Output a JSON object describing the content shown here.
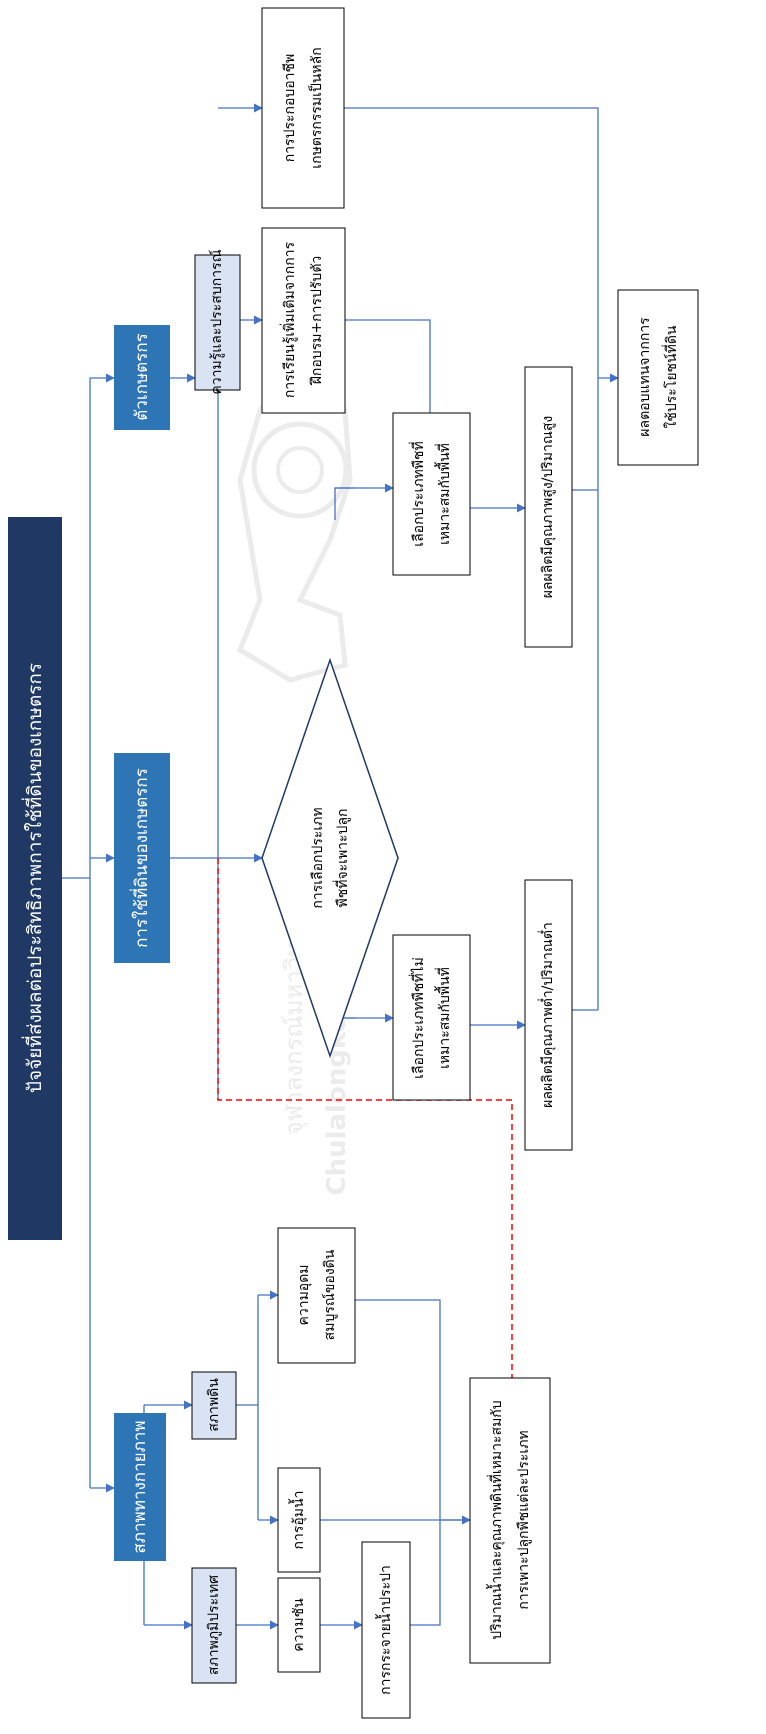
{
  "title": "ปัจจัยที่ส่งผลต่อประสิทธิภาพการใช้ที่ดินของเกษตรกร",
  "watermark": {
    "thai_line": "จุฬาลงกรณ์มหาวิทยาลัย",
    "english_line": "Chulalongkorn University"
  },
  "columns": {
    "physical": {
      "header": "สภาพทางกายภาพ",
      "geography": "สภาพภูมิประเทศ",
      "slope": "ความชัน",
      "water_distribution": "การกระจายน้ำประปา",
      "soil": "สภาพดิน",
      "water_holding": "การอุ้มน้ำ",
      "soil_fertility": [
        "ความอุดม",
        "สมบูรณ์ของดิน"
      ],
      "suitable_water_soil": [
        "ปริมาณน้ำและคุณภาพดินที่เหมาะสมกับ",
        "การเพาะปลูกพืชแต่ละประเภท"
      ]
    },
    "land_use": {
      "header": "การใช้ที่ดินของเกษตรกร",
      "decision": [
        "การเลือกประเภท",
        "พืชที่จะเพาะปลูก"
      ],
      "unsuitable_crop": [
        "เลือกประเภทพืชที่ไม่",
        "เหมาะสมกับพื้นที่"
      ],
      "suitable_crop": [
        "เลือกประเภทพืชที่",
        "เหมาะสมกับพื้นที่"
      ],
      "low_yield": "ผลผลิตมีคุณภาพต่ำ/ปริมาณต่ำ",
      "high_yield": "ผลผลิตมีคุณภาพสูง/ปริมาณสูง"
    },
    "farmer": {
      "header": "ตัวเกษตรกร",
      "knowledge": "ความรู้และประสบการณ์",
      "training": [
        "การเรียนรู้เพิ่มเติมจากการ",
        "ฝึกอบรม+การปรับตัว"
      ],
      "occupation": [
        "การประกอบอาชีพ",
        "เกษตรกรรมเป็นหลัก"
      ],
      "return": [
        "ผลตอบแทนจากการ",
        "ใช้ประโยชน์ที่ดิน"
      ]
    }
  },
  "colors": {
    "title_fill": "#1f3864",
    "header_fill": "#2e75b6",
    "sub_fill": "#dae3f3",
    "connector": "#4472c4",
    "box_border": "#000000",
    "dashed": "#ff0000"
  }
}
